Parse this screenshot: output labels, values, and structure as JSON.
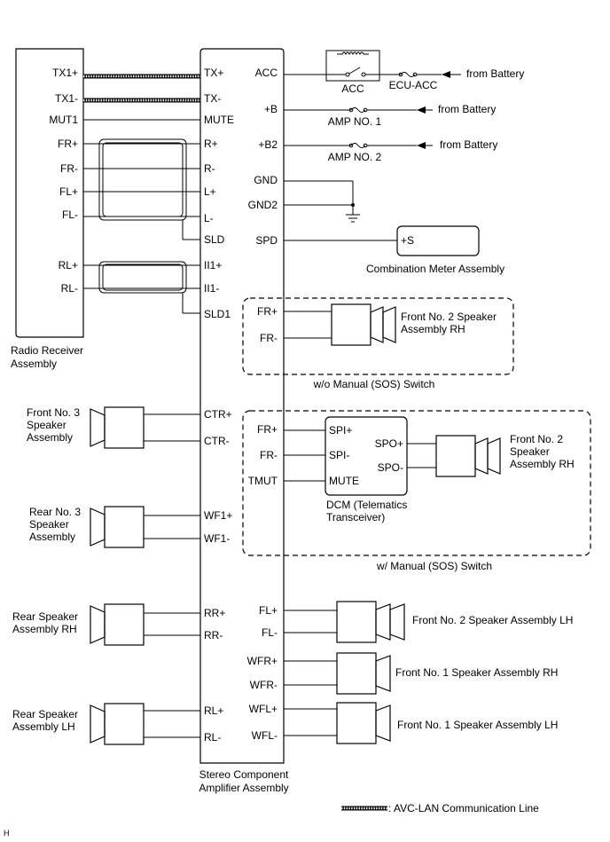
{
  "radio": {
    "title_lines": [
      "Radio Receiver",
      "Assembly"
    ],
    "pins": [
      "TX1+",
      "TX1-",
      "MUT1",
      "FR+",
      "FR-",
      "FL+",
      "FL-",
      "RL+",
      "RL-"
    ]
  },
  "amp": {
    "title_lines": [
      "Stereo Component",
      "Amplifier Assembly"
    ],
    "left_pins": [
      "TX+",
      "TX-",
      "MUTE",
      "R+",
      "R-",
      "L+",
      "L-",
      "SLD",
      "II1+",
      "II1-",
      "SLD1",
      "CTR+",
      "CTR-",
      "WF1+",
      "WF1-",
      "RR+",
      "RR-",
      "RL+",
      "RL-"
    ],
    "right_pins": [
      "ACC",
      "+B",
      "+B2",
      "GND",
      "GND2",
      "SPD",
      "FR+",
      "FR-",
      "FR+",
      "FR-",
      "TMUT",
      "FL+",
      "FL-",
      "WFR+",
      "WFR-",
      "WFL+",
      "WFL-"
    ]
  },
  "power": {
    "acc_relay_label": "ACC",
    "ecu_acc_label": "ECU-ACC",
    "amp1_label": "AMP NO. 1",
    "amp2_label": "AMP NO. 2",
    "from_battery": "from Battery"
  },
  "meter": {
    "pin": "+S",
    "label": "Combination Meter Assembly"
  },
  "sos": {
    "without_label": "w/o Manual (SOS) Switch",
    "with_label": "w/ Manual (SOS) Switch"
  },
  "dcm": {
    "pins_left": [
      "SPI+",
      "SPI-",
      "MUTE"
    ],
    "pins_right": [
      "SPO+",
      "SPO-"
    ],
    "label_lines": [
      "DCM (Telematics",
      "Transceiver)"
    ]
  },
  "speakers": {
    "front2_rh_a": [
      "Front No. 2 Speaker",
      "Assembly RH"
    ],
    "front2_rh_b": [
      "Front No. 2",
      "Speaker",
      "Assembly RH"
    ],
    "front3": [
      "Front No. 3",
      "Speaker",
      "Assembly"
    ],
    "rear3": [
      "Rear No. 3",
      "Speaker",
      "Assembly"
    ],
    "rear_rh": [
      "Rear Speaker",
      "Assembly RH"
    ],
    "rear_lh": [
      "Rear Speaker",
      "Assembly LH"
    ],
    "front2_lh": "Front No. 2 Speaker Assembly LH",
    "front1_rh": "Front No. 1 Speaker Assembly RH",
    "front1_lh": "Front No. 1 Speaker Assembly LH"
  },
  "legend": ": AVC-LAN Communication Line",
  "corner_mark": "H"
}
